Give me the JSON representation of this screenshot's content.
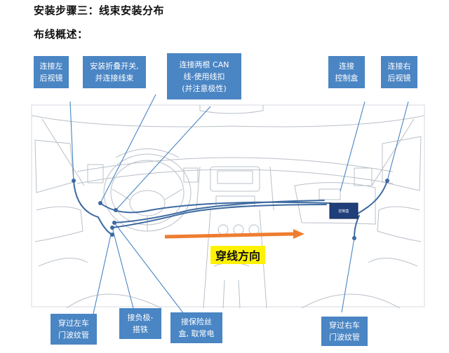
{
  "headings": {
    "step": "安装步骤三：线束安装分布",
    "overview": "布线概述："
  },
  "callouts": {
    "left_mirror": "连接左\n后视镜",
    "fold_switch": "安装折叠开关,\n并连接线束",
    "can_wires": "连接两根 CAN\n线-使用线扣\n(并注意极性)",
    "control_box": "连接\n控制盒",
    "right_mirror": "连接右\n后视镜",
    "left_door": "穿过左车\n门波纹管",
    "ground": "接负极-\n搭铁",
    "fuse_box": "接保险丝\n盒, 取常电",
    "right_door": "穿过右车\n门波纹管"
  },
  "control_box_label": "控制盒",
  "direction_label": "穿线方向",
  "colors": {
    "callout_bg": "#4a85c4",
    "wire": "#3c6aa0",
    "arrow": "#ee7d31",
    "highlight": "#fff200"
  }
}
